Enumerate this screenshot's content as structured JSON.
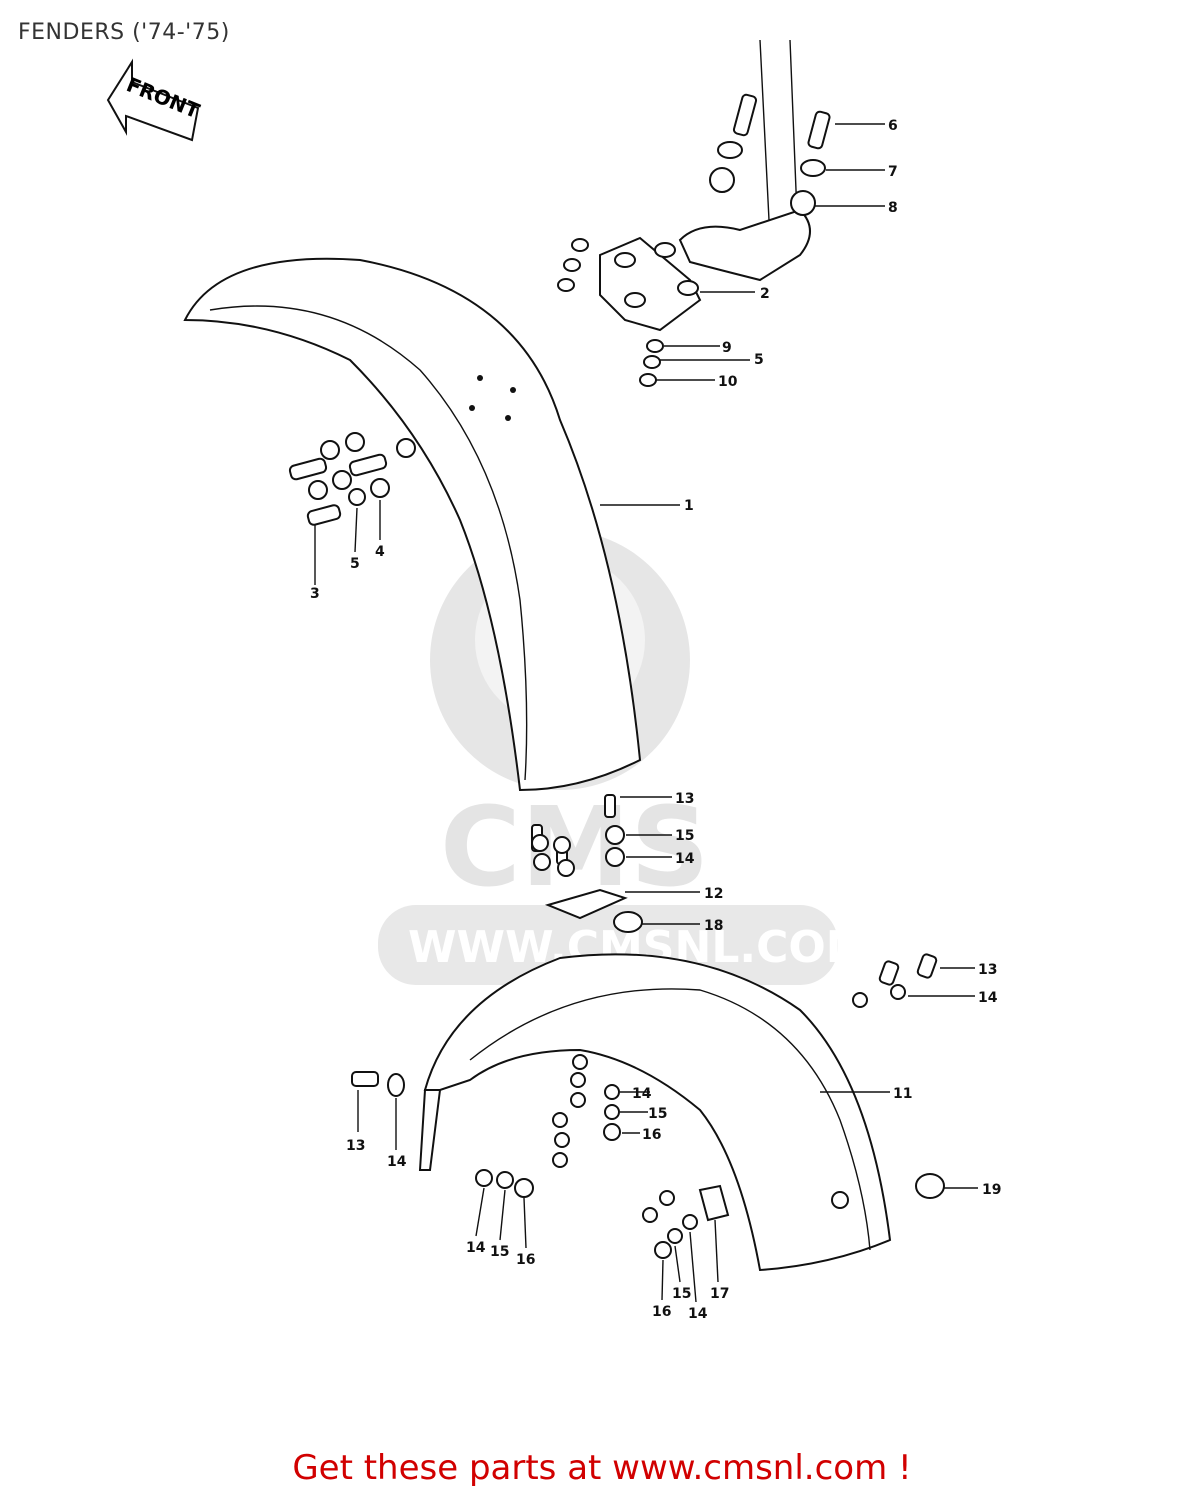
{
  "title": "FENDERS ('74-'75)",
  "front_label": "FRONT",
  "watermark": {
    "logo_text": "CMS",
    "url_text": "WWW.CMSNL.COM"
  },
  "footer": {
    "text": "Get these parts at www.cmsnl.com !",
    "color": "#d10000"
  },
  "callouts": [
    "1",
    "2",
    "3",
    "4",
    "5",
    "5",
    "6",
    "7",
    "8",
    "9",
    "10",
    "11",
    "12",
    "13",
    "13",
    "13",
    "14",
    "14",
    "14",
    "14",
    "14",
    "14",
    "15",
    "15",
    "15",
    "15",
    "16",
    "16",
    "16",
    "17",
    "18",
    "19"
  ]
}
